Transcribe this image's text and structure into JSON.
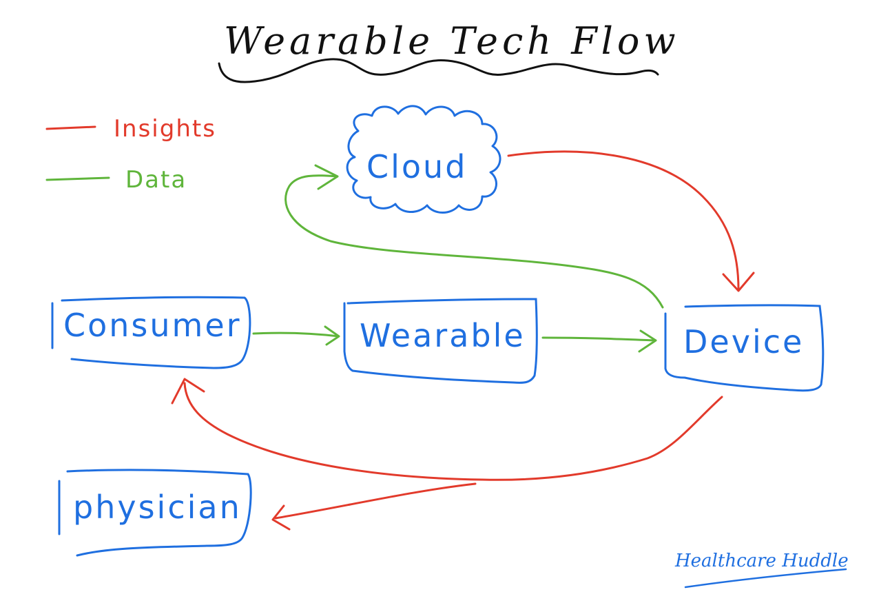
{
  "title": "Wearable Tech Flow",
  "legend": {
    "items": [
      {
        "label": "Insights",
        "color": "#e23a2b"
      },
      {
        "label": "Data",
        "color": "#5fb53b"
      }
    ]
  },
  "nodes": {
    "cloud": "Cloud",
    "consumer": "Consumer",
    "wearable": "Wearable",
    "device": "Device",
    "physician": "physician"
  },
  "signature": "Healthcare Huddle",
  "colors": {
    "ink": "#111111",
    "blue": "#1f6fe0",
    "red": "#e23a2b",
    "green": "#5fb53b"
  }
}
